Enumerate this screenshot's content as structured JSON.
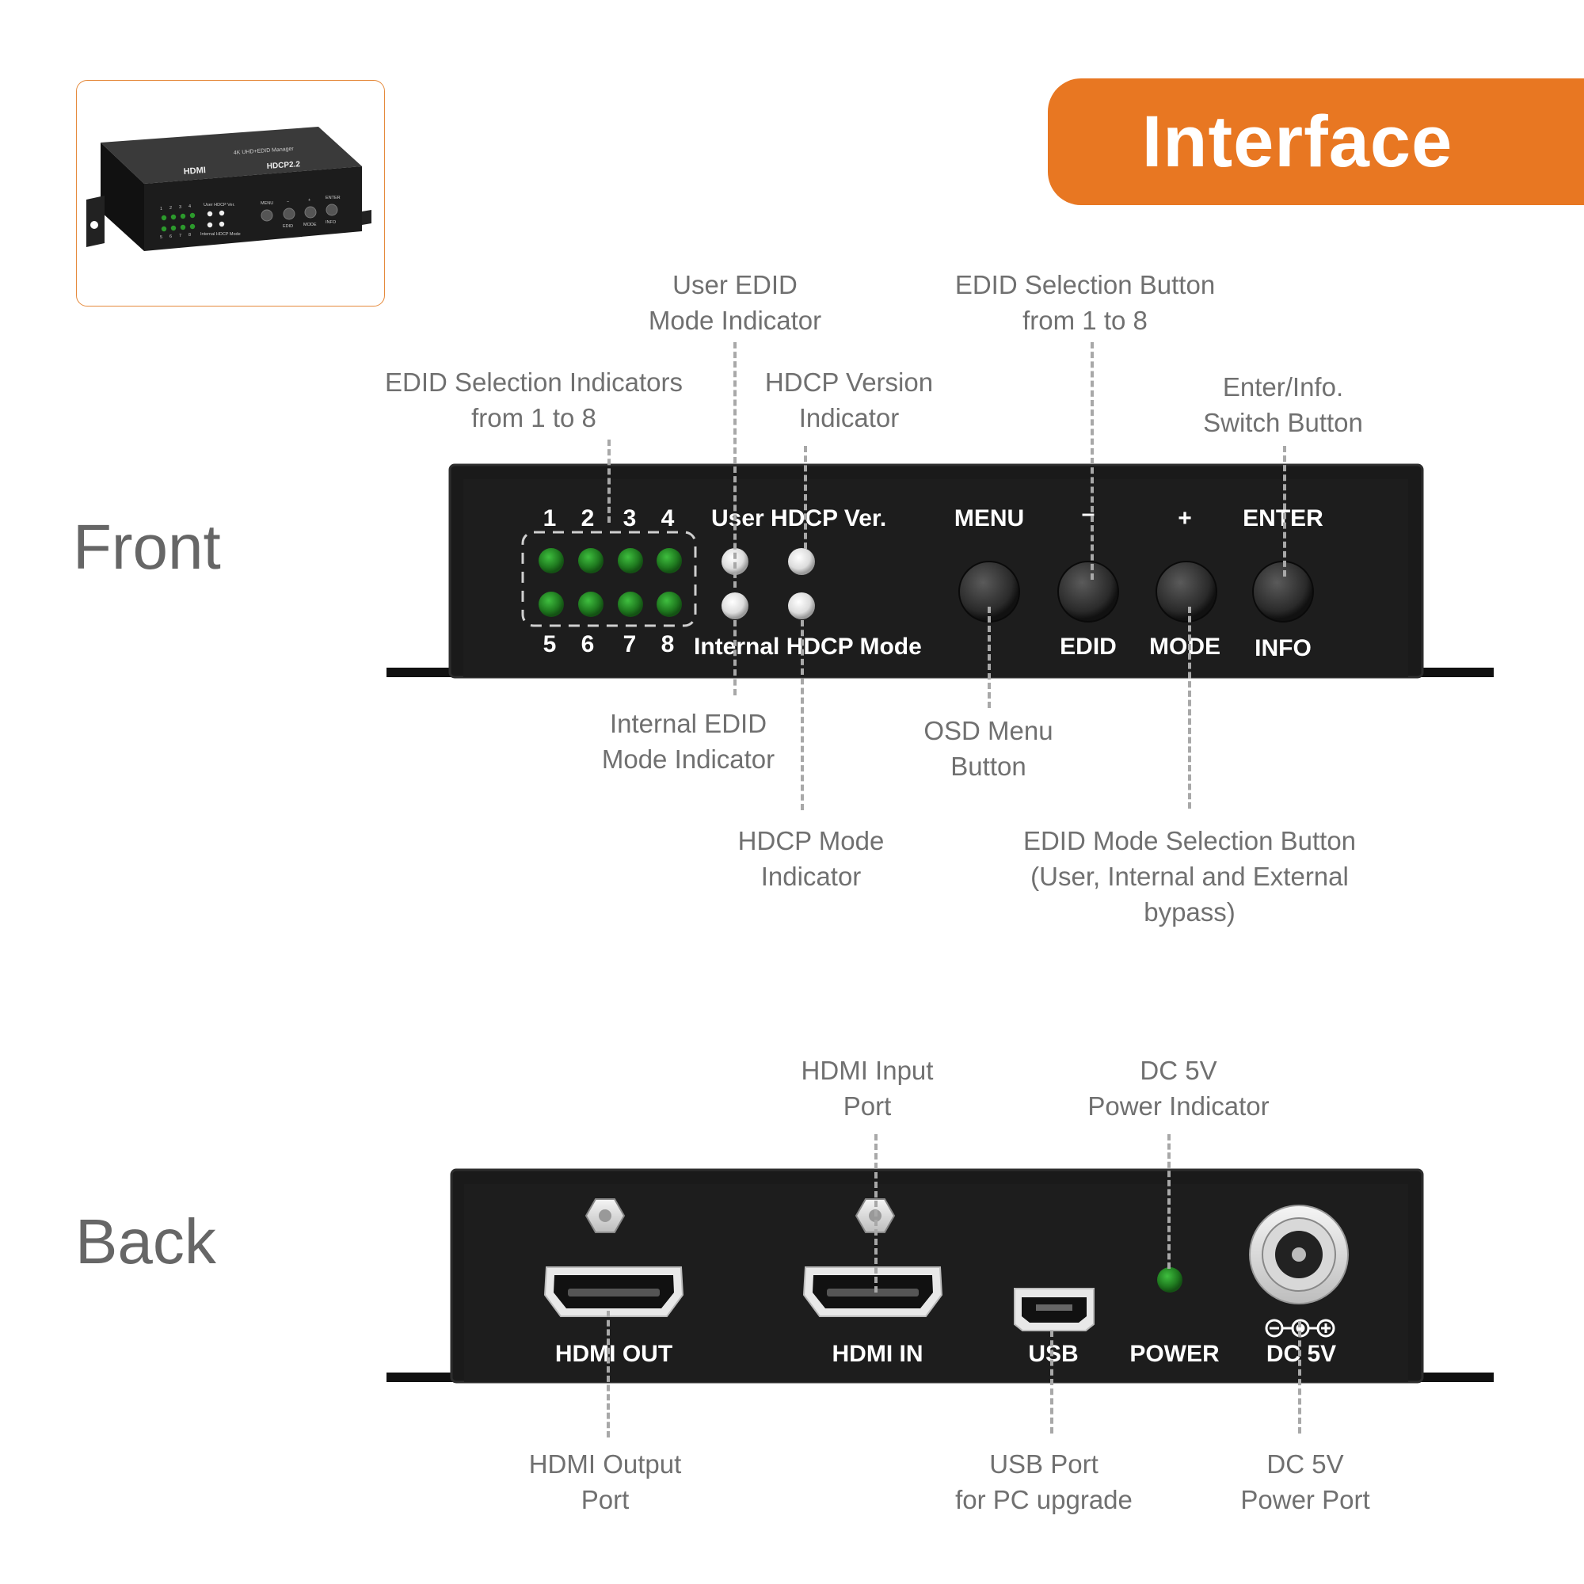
{
  "banner": {
    "title": "Interface"
  },
  "sections": {
    "front": "Front",
    "back": "Back"
  },
  "thumbnail": {
    "device_name": "4K UHD+EDID Manager",
    "brand": "HDMI",
    "hdcp": "HDCP2.2",
    "labels": [
      "1",
      "2",
      "3",
      "4",
      "5",
      "6",
      "7",
      "8",
      "User HDCP Ver.",
      "Internal HDCP Mode",
      "MENU",
      "–",
      "+",
      "ENTER",
      "EDID",
      "MODE",
      "INFO"
    ]
  },
  "front_panel": {
    "numbers_top": [
      "1",
      "2",
      "3",
      "4"
    ],
    "numbers_bottom": [
      "5",
      "6",
      "7",
      "8"
    ],
    "user_hdcp_ver": "User HDCP Ver.",
    "internal_hdcp_mode": "Internal HDCP Mode",
    "buttons": [
      {
        "top": "MENU",
        "bottom": ""
      },
      {
        "top": "–",
        "bottom": "EDID"
      },
      {
        "top": "+",
        "bottom": "MODE"
      },
      {
        "top": "ENTER",
        "bottom": "INFO"
      }
    ],
    "led_colors": {
      "edid": "#1f7a1f",
      "white": "#e8e8e8"
    }
  },
  "back_panel": {
    "ports": [
      "HDMI OUT",
      "HDMI IN",
      "USB",
      "POWER",
      "DC 5V"
    ],
    "power_led_color": "#1f7a1f"
  },
  "callouts": {
    "user_edid": "User EDID\nMode Indicator",
    "edid_selection_button": "EDID Selection Button\nfrom 1 to 8",
    "edid_selection_indicators": "EDID Selection Indicators\nfrom 1 to 8",
    "hdcp_version": "HDCP Version\nIndicator",
    "enter_info": "Enter/Info.\nSwitch Button",
    "internal_edid": "Internal EDID\nMode Indicator",
    "osd_menu": "OSD Menu\nButton",
    "hdcp_mode": "HDCP Mode\nIndicator",
    "edid_mode_selection": "EDID Mode Selection Button\n(User, Internal and External bypass)",
    "hdmi_input": "HDMI Input\nPort",
    "dc5v_indicator": "DC 5V\nPower Indicator",
    "hdmi_output": "HDMI Output\nPort",
    "usb_port": "USB Port\nfor PC upgrade",
    "dc5v_port": "DC 5V\nPower Port"
  },
  "colors": {
    "accent": "#e87722",
    "panel": "#1a1a1a",
    "callout_text": "#707070",
    "leader": "#a8a8a8"
  }
}
